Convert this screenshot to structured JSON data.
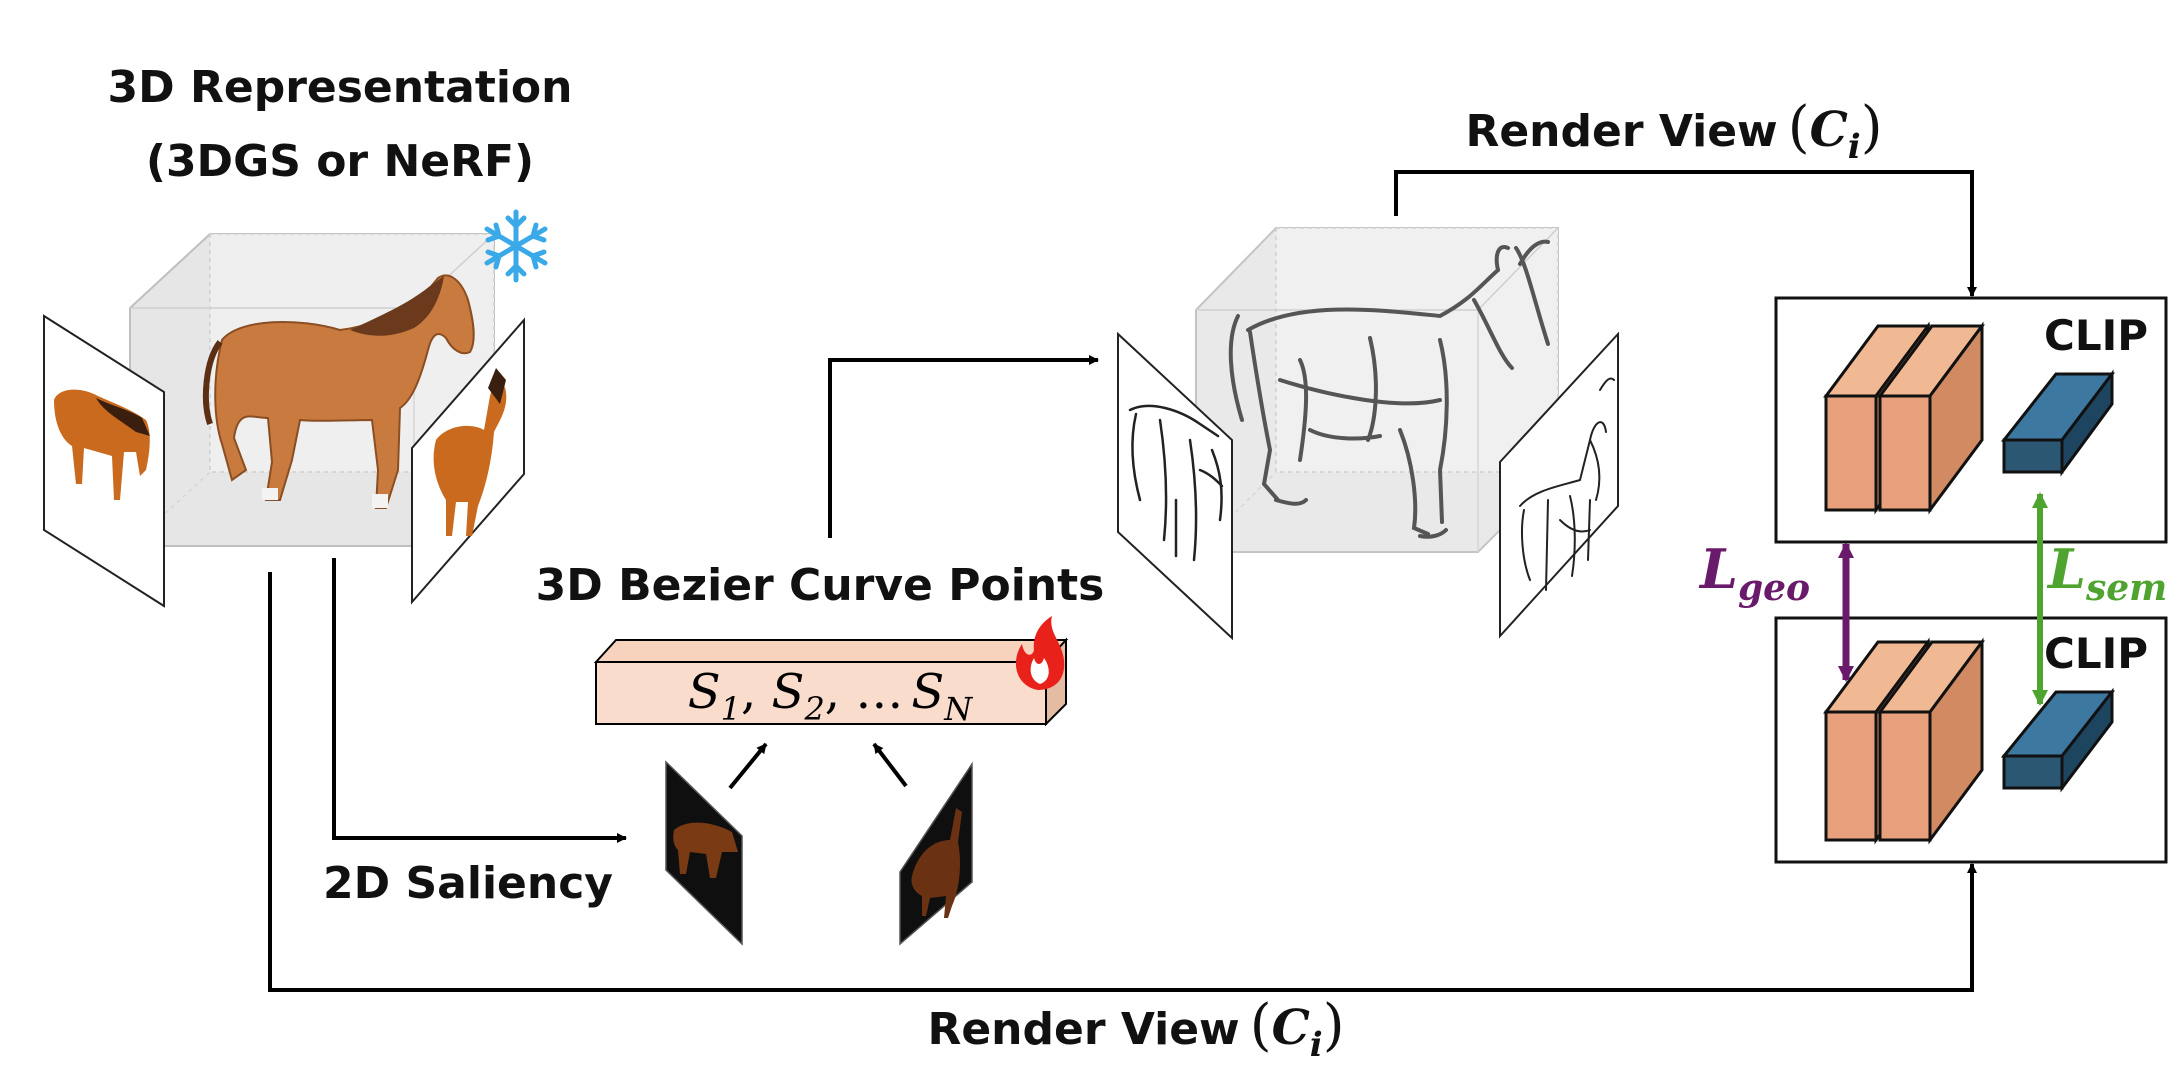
{
  "labels": {
    "repr_line1": "3D Representation",
    "repr_line2": "(3DGS or NeRF)",
    "bezier_title": "3D Bezier Curve Points",
    "saliency": "2D Saliency",
    "render_view_top": "Render View",
    "render_view_bottom": "Render View",
    "clip_top": "CLIP",
    "clip_bottom": "CLIP"
  },
  "math": {
    "camera_var": "C",
    "camera_sub": "i",
    "points_1": "S",
    "points_1_sub": "1",
    "points_2": "S",
    "points_2_sub": "2",
    "points_ellipsis": "…",
    "points_n": "S",
    "points_n_sub": "N",
    "loss_geo": "L",
    "loss_geo_sub": "geo",
    "loss_sem": "L",
    "loss_sem_sub": "sem"
  },
  "icons": {
    "frozen": "snowflake-icon",
    "trainable": "flame-icon"
  },
  "colors": {
    "geo_loss": "#6a1a6a",
    "sem_loss": "#4fa32f",
    "clip_block_front": "#e8a07c",
    "clip_block_dark": "#2b5773",
    "bezier_box_fill": "#f9dccb",
    "horse_fill": "#c97b3f",
    "snowflake": "#3aa9e8",
    "flame": "#e8221b"
  }
}
